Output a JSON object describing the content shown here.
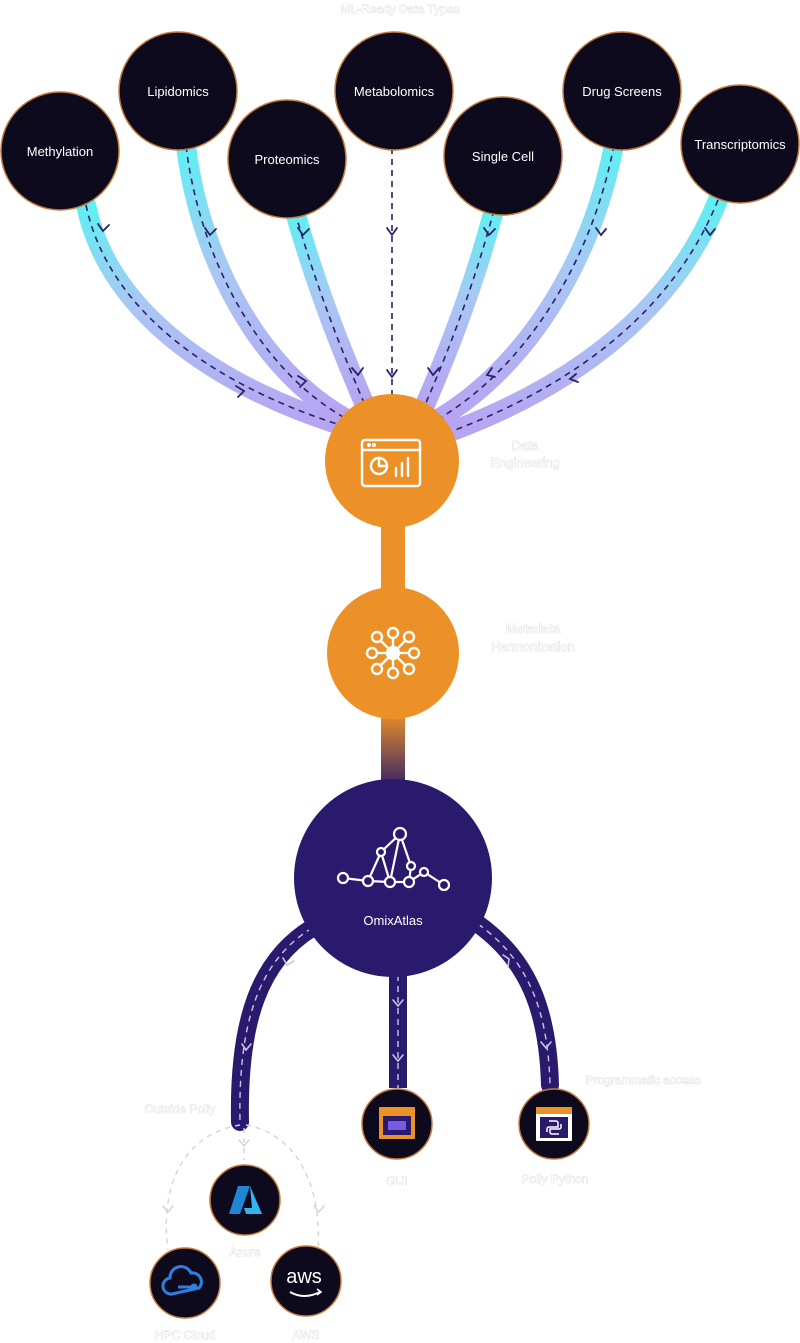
{
  "header": {
    "title": "ML-Ready Data Types"
  },
  "data_types": [
    {
      "label": "Methylation"
    },
    {
      "label": "Lipidomics"
    },
    {
      "label": "Proteomics"
    },
    {
      "label": "Metabolomics"
    },
    {
      "label": "Single Cell"
    },
    {
      "label": "Drug Screens"
    },
    {
      "label": "Transcriptomics"
    }
  ],
  "stages": {
    "data_engineering": {
      "label_line1": "Data",
      "label_line2": "Engineering",
      "icon": "dashboard-chart-icon"
    },
    "metadata_harmonization": {
      "label_line1": "Metadata",
      "label_line2": "Harmonization",
      "icon": "network-hub-icon"
    },
    "omixatlas": {
      "label": "OmixAtlas",
      "icon": "graph-network-icon"
    }
  },
  "outputs": {
    "outside_polly": {
      "label": "Outside Polly"
    },
    "gui": {
      "label": "GUI",
      "icon": "window-icon"
    },
    "programmatic": {
      "label": "Programmatic access"
    },
    "polly_python": {
      "label": "Polly Python",
      "icon": "python-window-icon"
    },
    "azure": {
      "label": "Azure",
      "icon": "azure-icon"
    },
    "hpc": {
      "label": "HPC Cloud",
      "icon": "cloud-icon"
    },
    "aws": {
      "label": "AWS",
      "icon": "aws-icon",
      "logo_text": "aws"
    }
  },
  "colors": {
    "node_dark": "#0d0a1e",
    "node_ring": "#c47a3a",
    "orange": "#ec9127",
    "indigo": "#2a1a6e",
    "cyan": "#5ef0f2",
    "lavender": "#b9a6f2"
  }
}
